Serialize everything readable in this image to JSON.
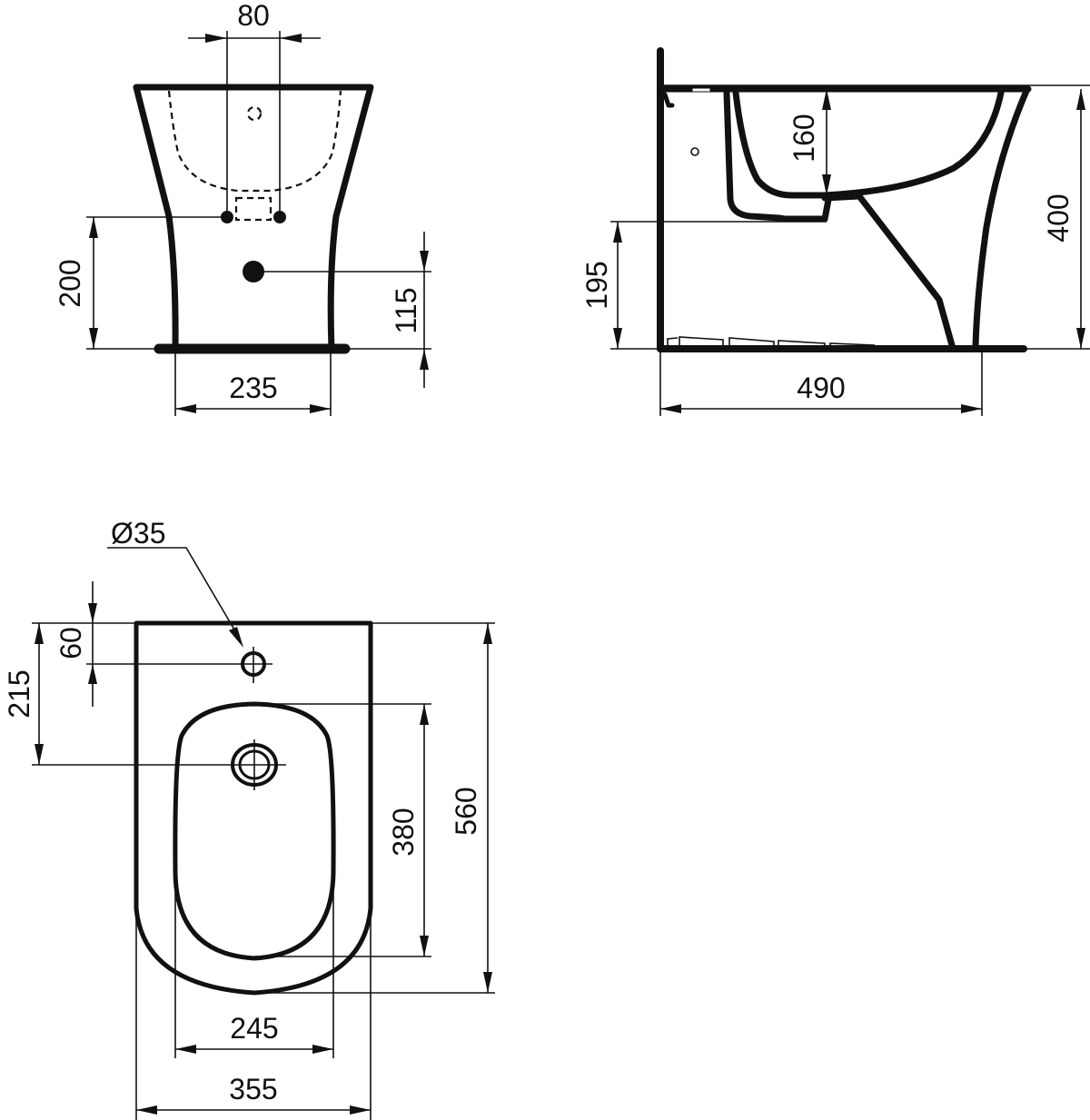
{
  "drawing": {
    "subject": "Floor-standing bidet technical drawing",
    "line_color": "#111111",
    "background": "#ffffff",
    "units": "mm",
    "views": [
      {
        "id": "front",
        "name": "Front view",
        "dimensions": {
          "supply_spacing": "80",
          "supply_height": "200",
          "waste_height": "115",
          "base_width": "235"
        }
      },
      {
        "id": "side",
        "name": "Side view",
        "dimensions": {
          "bowl_depth": "160",
          "total_height": "400",
          "outlet_height": "195",
          "projection": "490"
        }
      },
      {
        "id": "top",
        "name": "Top view",
        "dimensions": {
          "tap_hole_diameter": "Ø35",
          "tap_hole_offset": "60",
          "drain_offset": "215",
          "bowl_length": "380",
          "total_length": "560",
          "bowl_width": "245",
          "total_width": "355"
        }
      }
    ]
  }
}
